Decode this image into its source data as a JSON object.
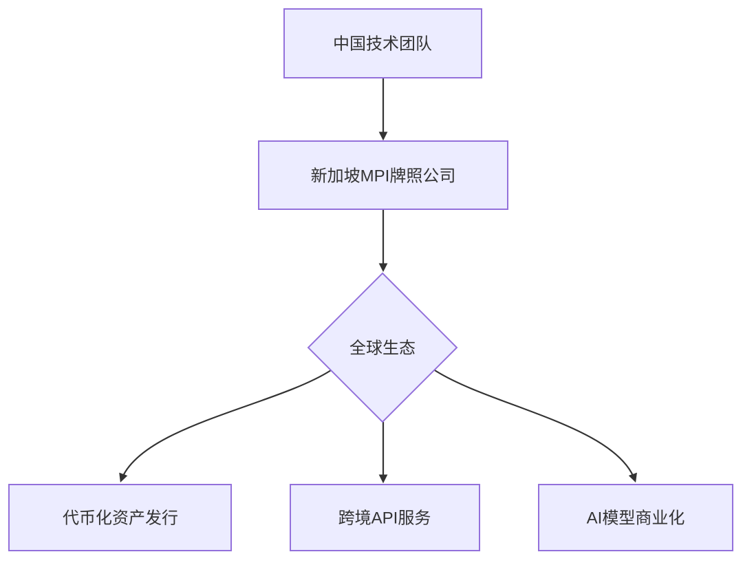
{
  "diagram": {
    "type": "flowchart",
    "direction": "top-down",
    "colors": {
      "node_fill": "#ECECFF",
      "node_border": "#9370DB",
      "edge_line": "#333333",
      "label_text": "#333333",
      "background": "#FFFFFF"
    },
    "nodes": [
      {
        "id": "A",
        "shape": "rect",
        "label": "中国技术团队"
      },
      {
        "id": "B",
        "shape": "rect",
        "label": "新加坡MPI牌照公司"
      },
      {
        "id": "C",
        "shape": "diamond",
        "label": "全球生态"
      },
      {
        "id": "D",
        "shape": "rect",
        "label": "代币化资产发行"
      },
      {
        "id": "E",
        "shape": "rect",
        "label": "跨境API服务"
      },
      {
        "id": "F",
        "shape": "rect",
        "label": "AI模型商业化"
      }
    ],
    "edges": [
      {
        "from": "中国技术团队",
        "to": "新加坡MPI牌照公司",
        "style": "arrow"
      },
      {
        "from": "新加坡MPI牌照公司",
        "to": "全球生态",
        "style": "arrow"
      },
      {
        "from": "全球生态",
        "to": "代币化资产发行",
        "style": "arrow"
      },
      {
        "from": "全球生态",
        "to": "跨境API服务",
        "style": "arrow"
      },
      {
        "from": "全球生态",
        "to": "AI模型商业化",
        "style": "arrow"
      }
    ]
  }
}
